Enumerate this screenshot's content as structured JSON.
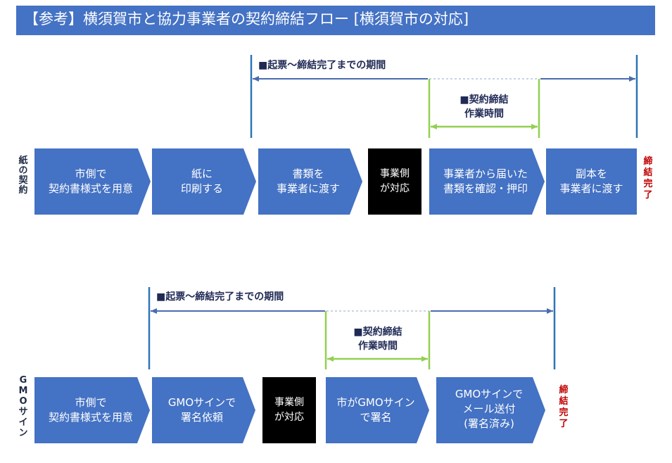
{
  "title": "【参考】横須賀市と協力事業者の契約締結フロー [横須賀市の対応]",
  "colors": {
    "title_bar": "#4472C4",
    "step_fill": "#4472C4",
    "vertical_line": "#2E75B6",
    "period_arrow": "#4A6BB0",
    "work_bracket": "#92D050",
    "done_text": "#C00000",
    "black_box": "#000000"
  },
  "flows": [
    {
      "row_label": [
        "紙",
        "の",
        "契",
        "約"
      ],
      "period_label": "■起票～締結完了までの期間",
      "work_label_line1": "■契約締結",
      "work_label_line2": "作業時間",
      "steps": [
        {
          "line1": "市側で",
          "line2": "契約書様式を用意"
        },
        {
          "line1": "紙に",
          "line2": "印刷する"
        },
        {
          "line1": "書類を",
          "line2": "事業者に渡す"
        },
        {
          "line1": "事業者から届いた",
          "line2": "書類を確認・押印"
        },
        {
          "line1": "副本を",
          "line2": "事業者に渡す"
        }
      ],
      "black_box": {
        "line1": "事業側",
        "line2": "が対応"
      },
      "done": [
        "締",
        "結",
        "完",
        "了"
      ]
    },
    {
      "row_label": [
        "G",
        "M",
        "O",
        "サ",
        "イ",
        "ン"
      ],
      "period_label": "■起票～締結完了までの期間",
      "work_label_line1": "■契約締結",
      "work_label_line2": "作業時間",
      "steps": [
        {
          "line1": "市側で",
          "line2": "契約書様式を用意"
        },
        {
          "line1": "GMOサインで",
          "line2": "署名依頼"
        },
        {
          "line1": "市がGMOサイン",
          "line2": "で署名"
        },
        {
          "line1": "GMOサインで",
          "line2": "メール送付",
          "line3": "(署名済み)"
        }
      ],
      "black_box": {
        "line1": "事業側",
        "line2": "が対応"
      },
      "done": [
        "締",
        "結",
        "完",
        "了"
      ]
    }
  ]
}
